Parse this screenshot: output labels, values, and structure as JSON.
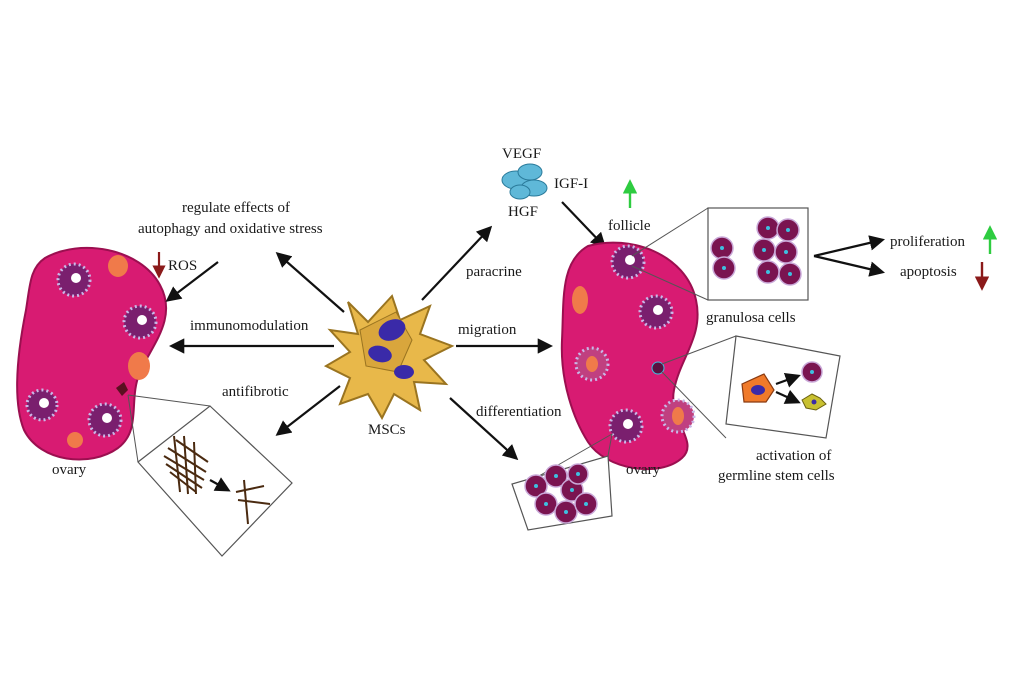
{
  "colors": {
    "ovary": "#d81b72",
    "ovary_edge": "#9c0f50",
    "follicle_ring": "#b8a7d8",
    "follicle_core": "#7a1f6e",
    "corpus": "#f07a4a",
    "msc_body": "#e8b84a",
    "msc_edge": "#9a7420",
    "nucleus": "#3a2aa8",
    "cell_fill": "#7a1450",
    "cell_dot": "#3ec0e0",
    "growth_factor": "#5fb8d8",
    "up_arrow": "#2ecc40",
    "down_arrow": "#8b1a1a"
  },
  "labels": {
    "regulate_line1": "regulate effects of",
    "regulate_line2": "autophagy and oxidative stress",
    "ros": "ROS",
    "immunomodulation": "immunomodulation",
    "antifibrotic": "antifibrotic",
    "ovary_left": "ovary",
    "mscs": "MSCs",
    "paracrine": "paracrine",
    "migration": "migration",
    "differentiation": "differentiation",
    "vegf": "VEGF",
    "igf": "IGF-I",
    "hgf": "HGF",
    "follicle": "follicle",
    "granulosa": "granulosa cells",
    "proliferation": "proliferation",
    "apoptosis": "apoptosis",
    "ovary_right": "ovary",
    "activation_line1": "activation of",
    "activation_line2": "germline stem cells"
  },
  "icons": [
    "up-arrow-icon",
    "down-arrow-icon",
    "growth-factor-icon",
    "msc-cell-icon",
    "fibrosis-icon"
  ]
}
